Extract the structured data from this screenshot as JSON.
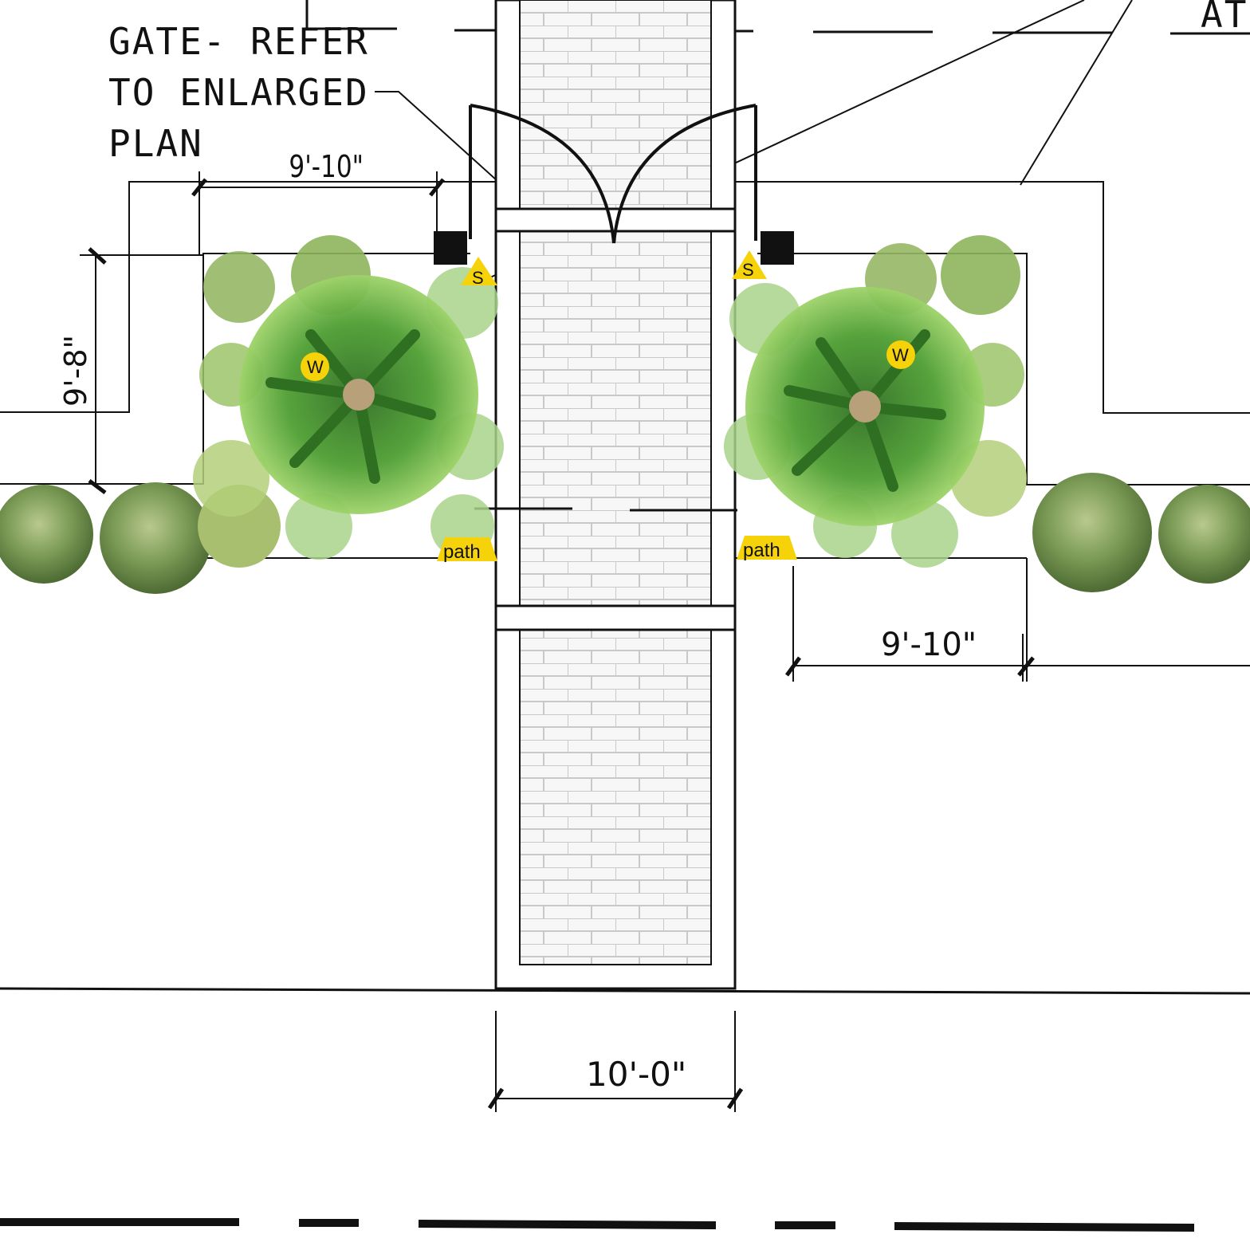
{
  "callouts": {
    "gate_line1": "GATE- REFER",
    "gate_line2": "TO ENLARGED",
    "gate_line3": "PLAN",
    "top_right": "AT"
  },
  "dimensions": {
    "top_left_width": "9'-10\"",
    "left_depth": "9'-8\"",
    "right_width": "9'-10\"",
    "walkway_width": "10'-0\""
  },
  "markers": {
    "left_sensor": "S",
    "right_sensor": "S",
    "left_water": "W",
    "right_water": "W",
    "left_path": "path",
    "right_path": "path"
  },
  "colors": {
    "marker_yellow": "#f5d20a",
    "paver_fill": "#f2f2f2",
    "line": "#111111",
    "foliage_dark": "#3f8f2a",
    "foliage_light": "#8fcf5a",
    "shrub": "#7a9a55"
  }
}
